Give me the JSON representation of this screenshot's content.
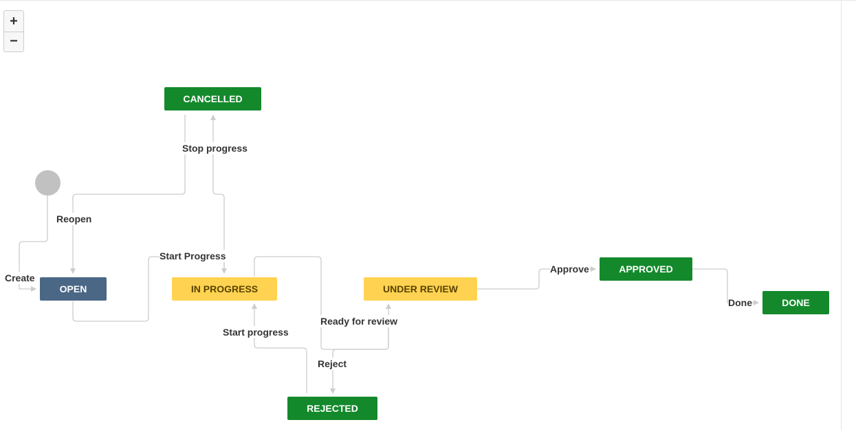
{
  "zoom": {
    "in_label": "+",
    "out_label": "−"
  },
  "statuses": {
    "cancelled": "CANCELLED",
    "open": "OPEN",
    "in_progress": "IN PROGRESS",
    "under_review": "UNDER REVIEW",
    "approved": "APPROVED",
    "done": "DONE",
    "rejected": "REJECTED"
  },
  "transitions": {
    "create": "Create",
    "reopen": "Reopen",
    "stop_progress": "Stop progress",
    "start_progress_open": "Start Progress",
    "start_progress_rejected": "Start progress",
    "ready_for_review": "Ready for review",
    "reject": "Reject",
    "approve": "Approve",
    "done": "Done"
  },
  "colors": {
    "done_category": "#14892c",
    "new_category": "#4a6785",
    "in_progress_category": "#ffd351",
    "connector": "#cccccc",
    "start_node": "#c1c1c1"
  }
}
